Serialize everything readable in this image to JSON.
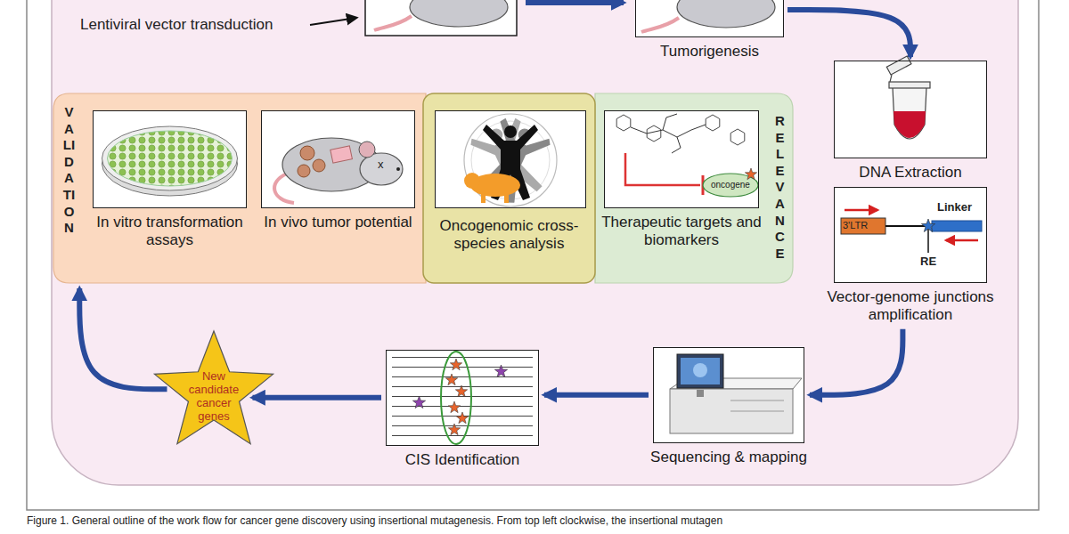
{
  "diagram": {
    "caption": "Figure 1. General outline of the work flow for cancer gene discovery using insertional mutagenesis. From top left clockwise, the insertional mutagen",
    "nodes": [
      {
        "text": [
          "Tumorigenesis"
        ]
      },
      {
        "text": [
          "DNA Extraction"
        ]
      },
      {
        "text": [
          "Vector-genome junctions amplification"
        ]
      },
      {
        "text": [
          "Sequencing & mapping"
        ]
      },
      {
        "text": [
          "CIS Identification"
        ]
      },
      {
        "text": [
          "New candidate cancer genes"
        ]
      },
      {
        "text": [
          "VALIDATION"
        ]
      },
      {
        "text": [
          "In vitro transformation assays"
        ],
        "in": 6
      },
      {
        "text": [
          "In vivo tumor potential"
        ],
        "in": 6
      },
      {
        "text": [
          "Oncogenomic cross-species analysis"
        ]
      },
      {
        "text": [
          "RELEVANCE"
        ]
      },
      {
        "text": [
          "Therapeutic targets and biomarkers"
        ],
        "in": 10
      }
    ],
    "edges": [
      {
        "from": 0,
        "to": 1,
        "arrow": "to"
      },
      {
        "from": 2,
        "to": 3,
        "arrow": "to"
      },
      {
        "from": 3,
        "to": 4,
        "arrow": "to"
      },
      {
        "from": 4,
        "to": 5,
        "arrow": "to"
      },
      {
        "from": 5,
        "to": 6,
        "arrow": "to"
      }
    ],
    "labels": [
      "Lentiviral vector transduction",
      "3'LTR",
      "Linker",
      "RE",
      "x",
      "oncogene"
    ]
  }
}
